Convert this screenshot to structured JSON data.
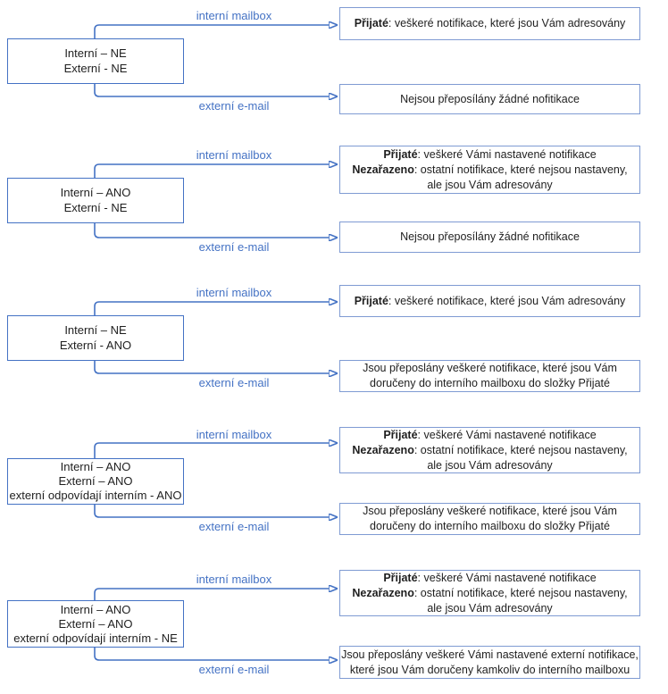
{
  "colors": {
    "connector": "#4472C4",
    "source_box_border": "#4472C4",
    "result_box_border": "#7F9BD3",
    "label_text": "#4472C4",
    "body_text": "#1f1f1f"
  },
  "groups": [
    {
      "source_lines": [
        "Interní – NE",
        "Externí - NE"
      ],
      "internal_arrow_label": "interní mailbox",
      "external_arrow_label": "externí e-mail",
      "internal_result": {
        "bold1": "Přijaté",
        "rest1": ": veškeré notifikace, které jsou Vám adresovány"
      },
      "external_result": {
        "lines": [
          "Nejsou přeposílány žádné nofitikace"
        ]
      }
    },
    {
      "source_lines": [
        "Interní – ANO",
        "Externí - NE"
      ],
      "internal_arrow_label": "interní mailbox",
      "external_arrow_label": "externí e-mail",
      "internal_result": {
        "bold1": "Přijaté",
        "rest1": ": veškeré Vámi nastavené notifikace",
        "bold2": "Nezařazeno",
        "rest2": ": ostatní notifikace, které nejsou nastaveny,",
        "line3": "ale jsou Vám adresovány"
      },
      "external_result": {
        "lines": [
          "Nejsou přeposílány žádné nofitikace"
        ]
      }
    },
    {
      "source_lines": [
        "Interní – NE",
        "Externí - ANO"
      ],
      "internal_arrow_label": "interní mailbox",
      "external_arrow_label": "externí e-mail",
      "internal_result": {
        "bold1": "Přijaté",
        "rest1": ": veškeré notifikace, které jsou Vám adresovány"
      },
      "external_result": {
        "lines": [
          "Jsou přeposlány veškeré notifikace, které jsou Vám",
          "doručeny do interního mailboxu do složky Přijaté"
        ]
      }
    },
    {
      "source_lines": [
        "Interní – ANO",
        "Externí – ANO",
        "externí odpovídají interním - ANO"
      ],
      "internal_arrow_label": "interní mailbox",
      "external_arrow_label": "externí e-mail",
      "internal_result": {
        "bold1": "Přijaté",
        "rest1": ": veškeré Vámi nastavené notifikace",
        "bold2": "Nezařazeno",
        "rest2": ": ostatní notifikace, které nejsou nastaveny,",
        "line3": "ale jsou Vám adresovány"
      },
      "external_result": {
        "lines": [
          "Jsou přeposlány veškeré notifikace, které jsou Vám",
          "doručeny do interního mailboxu do složky Přijaté"
        ]
      }
    },
    {
      "source_lines": [
        "Interní – ANO",
        "Externí – ANO",
        "externí odpovídají interním - NE"
      ],
      "internal_arrow_label": "interní mailbox",
      "external_arrow_label": "externí e-mail",
      "internal_result": {
        "bold1": "Přijaté",
        "rest1": ": veškeré Vámi nastavené notifikace",
        "bold2": "Nezařazeno",
        "rest2": ": ostatní notifikace, které nejsou nastaveny,",
        "line3": "ale jsou Vám adresovány"
      },
      "external_result": {
        "lines": [
          "Jsou přeposlány veškeré Vámi nastavené externí notifikace,",
          "které jsou Vám doručeny kamkoliv do interního mailboxu"
        ]
      }
    }
  ]
}
